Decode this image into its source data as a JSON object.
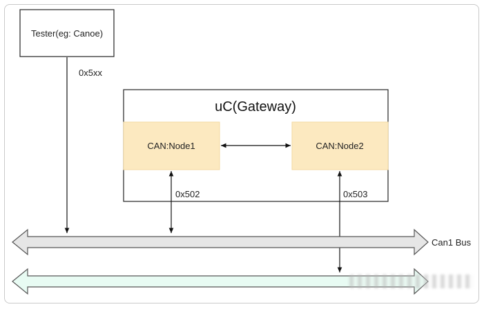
{
  "diagram": {
    "tester": {
      "label": "Tester(eg:  Canoe)"
    },
    "tester_link": {
      "label": "0x5xx"
    },
    "gateway": {
      "title": "uC(Gateway)"
    },
    "node1": {
      "label": "CAN:Node1"
    },
    "node2": {
      "label": "CAN:Node2"
    },
    "node1_link": {
      "label": "0x502"
    },
    "node2_link": {
      "label": "0x503"
    },
    "bus1": {
      "label": "Can1 Bus",
      "color": "#e6e6e6"
    },
    "bus2": {
      "color": "#e8fbf3"
    },
    "colors": {
      "node_fill": "#fce9c0",
      "node_border": "#f3d9a2",
      "box_border": "#222222",
      "arrow": "#111111"
    }
  }
}
